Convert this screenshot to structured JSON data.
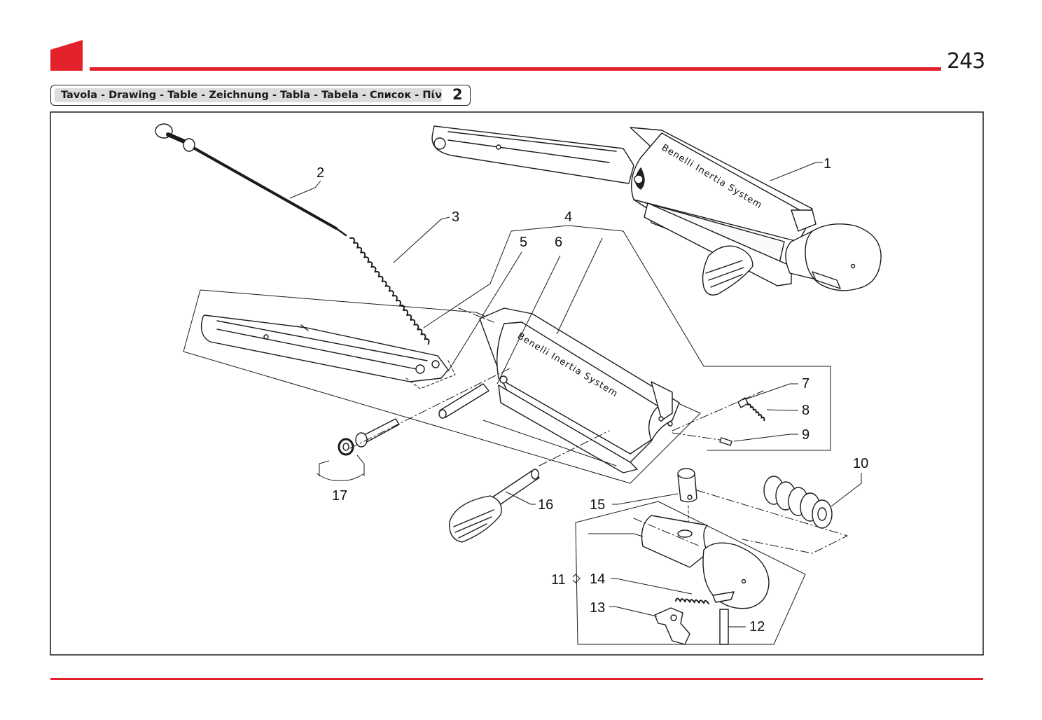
{
  "page": {
    "number": "243"
  },
  "header": {
    "tab_label": "Tavola - Drawing - Table - Zeichnung - Tabla - Tabela - Список - Πίνακας",
    "tab_number": "2"
  },
  "drawing": {
    "engravings": [
      "Benelli Inertia System",
      "Benelli Inertia System"
    ],
    "callouts": [
      "1",
      "2",
      "3",
      "4",
      "5",
      "6",
      "7",
      "8",
      "9",
      "10",
      "11",
      "12",
      "13",
      "14",
      "15",
      "16",
      "17"
    ]
  },
  "colors": {
    "accent": "#e3212b",
    "ink": "#1a1a1a"
  }
}
